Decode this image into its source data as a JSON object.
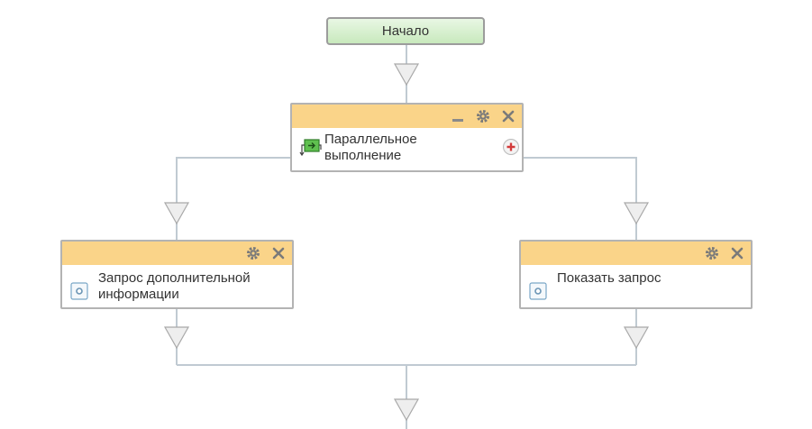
{
  "start": {
    "label": "Начало"
  },
  "parallel": {
    "title": "Параллельное выполнение",
    "title_line1": "Параллельное",
    "title_line2": "выполнение",
    "icon": "parallel-execution-icon"
  },
  "branches": [
    {
      "title_line1": "Запрос дополнительной",
      "title_line2": "информации",
      "icon": "action-icon"
    },
    {
      "title_line1": "Показать запрос",
      "icon": "action-icon"
    }
  ],
  "header_icons": [
    "minimize-icon",
    "gear-icon",
    "close-icon"
  ],
  "colors": {
    "header": "#fad489",
    "border": "#b3b3b3",
    "start_fill": "#c8e9bd",
    "connector": "#c0cad2",
    "arrow": "#eeeeee"
  }
}
